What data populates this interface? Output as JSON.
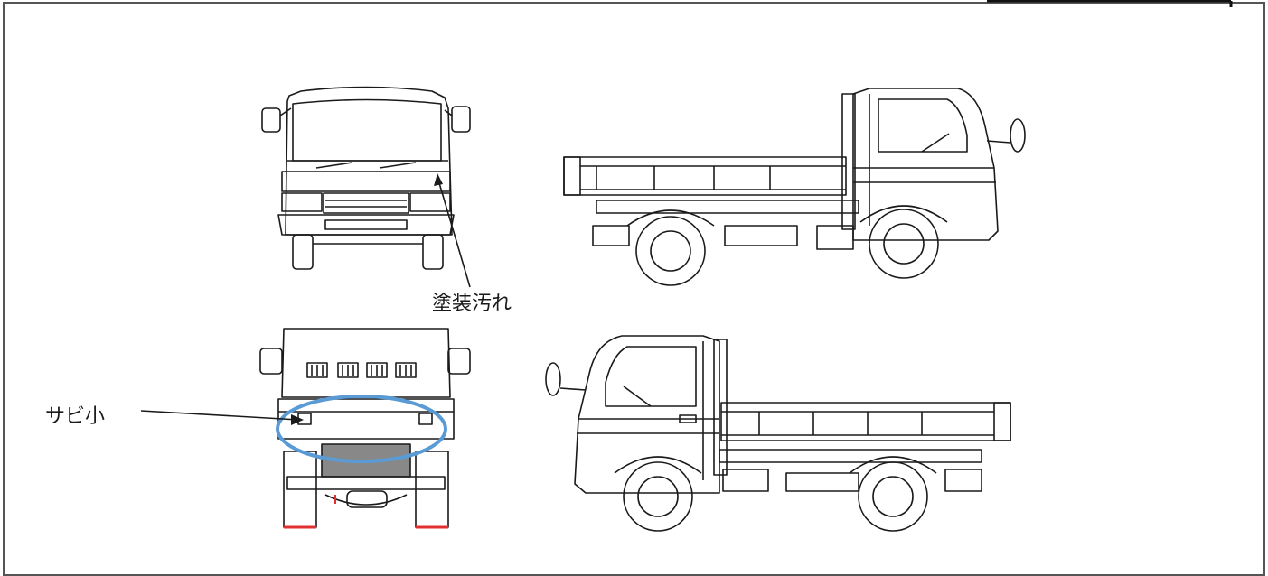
{
  "annotations": {
    "paint_dirt": "塗装汚れ",
    "minor_rust": "サビ小"
  },
  "views": [
    {
      "name": "front-view"
    },
    {
      "name": "right-side-view"
    },
    {
      "name": "rear-view"
    },
    {
      "name": "left-side-view"
    }
  ],
  "colors": {
    "line": "#1a1a1a",
    "highlight": "#5b9bd5",
    "mark": "#e03030"
  }
}
